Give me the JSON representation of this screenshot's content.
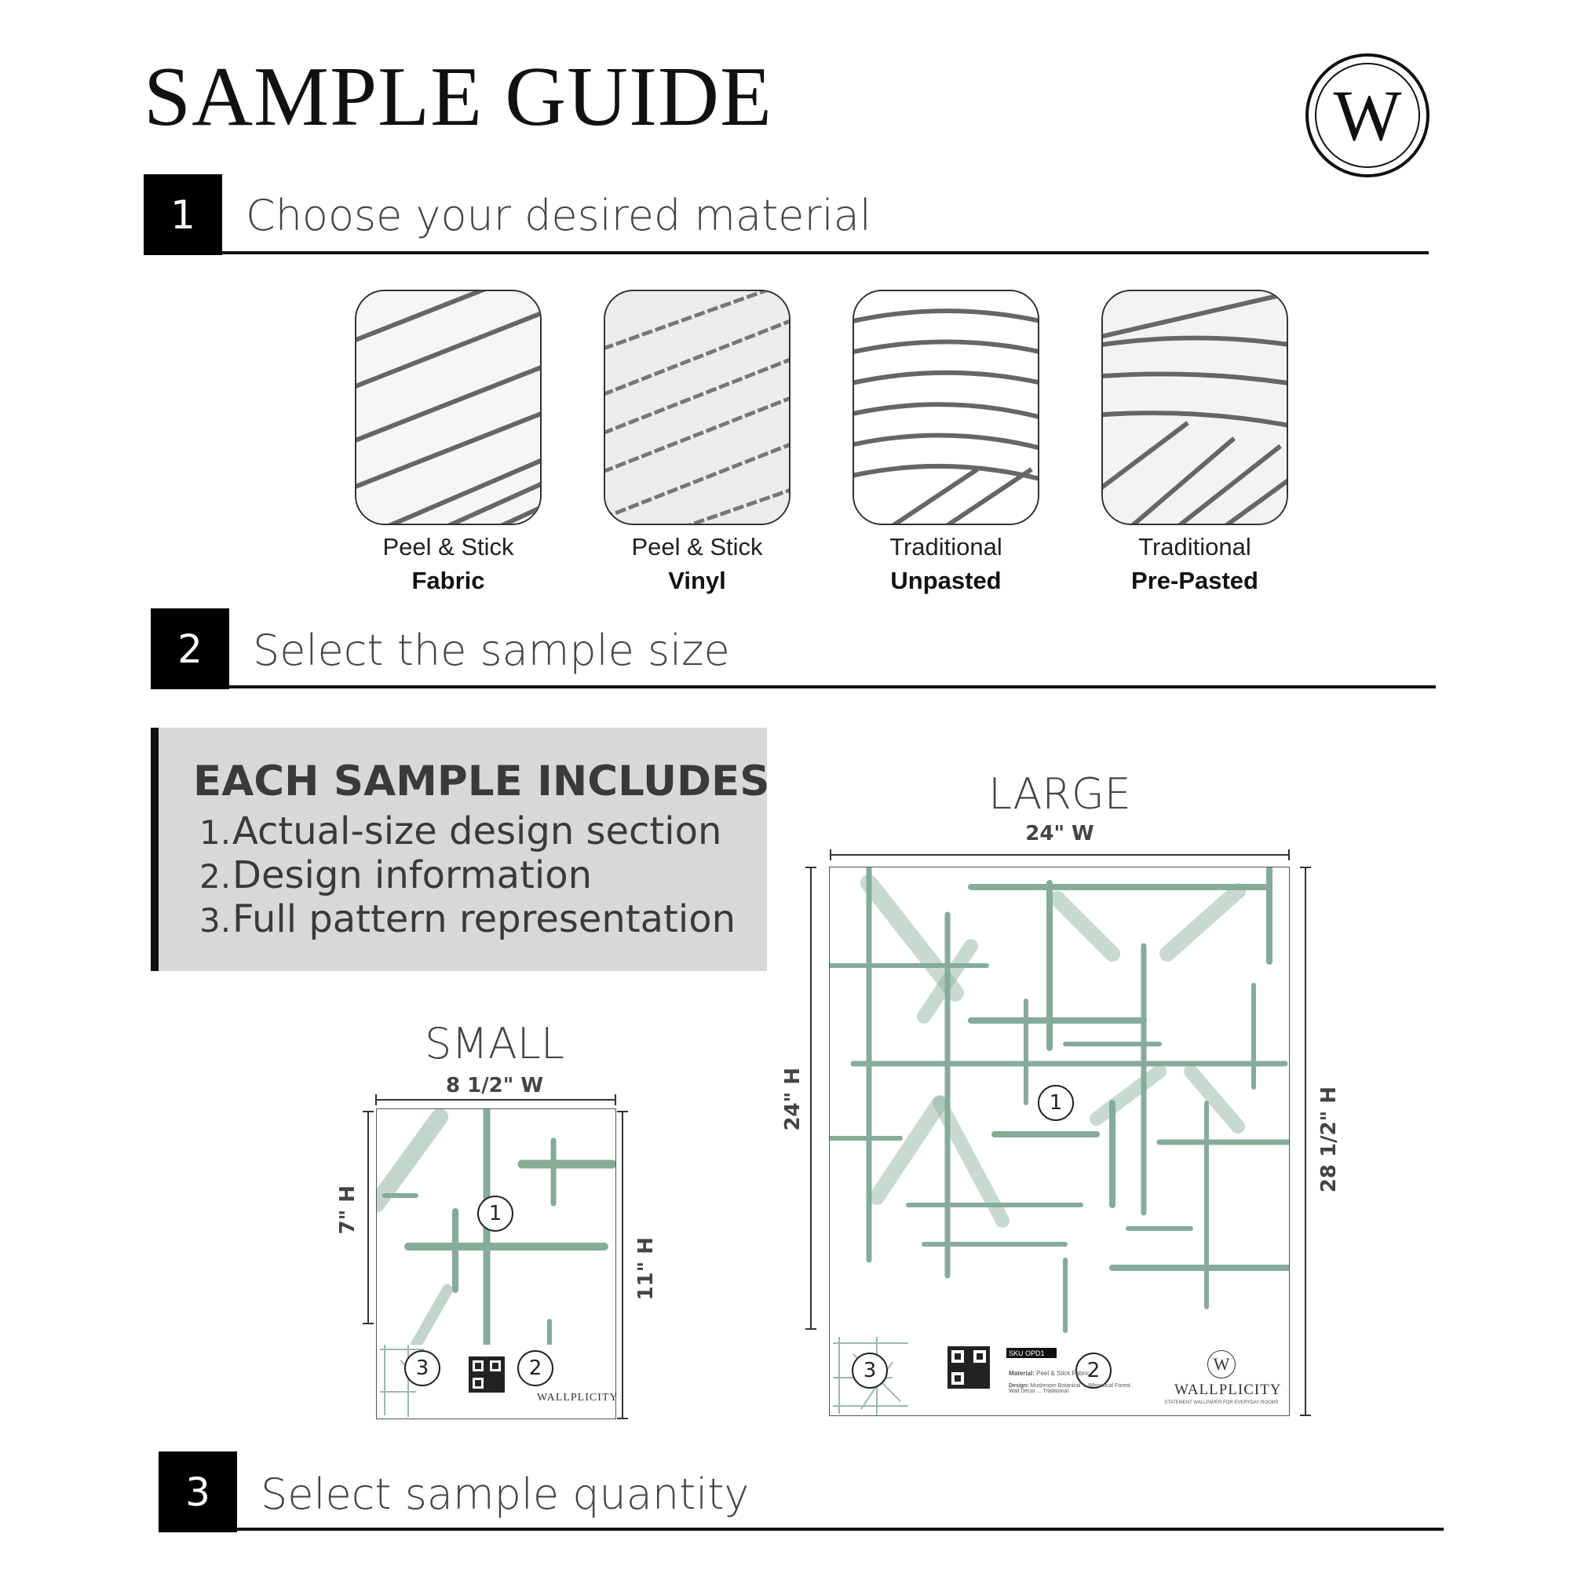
{
  "title": "SAMPLE GUIDE",
  "logo_letter": "W",
  "steps": [
    {
      "number": "1",
      "label": "Choose your desired material"
    },
    {
      "number": "2",
      "label": "Select the sample size"
    },
    {
      "number": "3",
      "label": "Select sample quantity"
    }
  ],
  "materials": [
    {
      "type": "Peel & Stick",
      "name": "Fabric"
    },
    {
      "type": "Peel & Stick",
      "name": "Vinyl"
    },
    {
      "type": "Traditional",
      "name": "Unpasted"
    },
    {
      "type": "Traditional",
      "name": "Pre-Pasted"
    }
  ],
  "includes": {
    "title": "EACH SAMPLE INCLUDES",
    "items": [
      {
        "n": "1.",
        "text": "Actual-size design section"
      },
      {
        "n": "2.",
        "text": "Design information"
      },
      {
        "n": "3.",
        "text": "Full pattern representation"
      }
    ]
  },
  "sizes": {
    "small": {
      "label": "SMALL",
      "width": "8 1/2\" W",
      "design_height": "7\" H",
      "total_height": "11\" H"
    },
    "large": {
      "label": "LARGE",
      "width": "24\" W",
      "design_height": "24\" H",
      "total_height": "28 1/2\" H"
    }
  },
  "badges": [
    "1",
    "2",
    "3"
  ],
  "sample_info": {
    "brand": "WALLPLICITY",
    "tagline": "STATEMENT WALLPAPER FOR EVERYDAY ROOMS",
    "sku": "SKU OPD1",
    "material_label": "Material:",
    "material_value": "Peel & Stick Fabric",
    "design_label": "Design:",
    "design_value": "Mushroom Botanical ... Whimsical Forest Wall Decor ... Traditional"
  },
  "colors": {
    "accent_green": "#6f9e86",
    "ink": "#111111",
    "box_gray": "#d8d8d8"
  }
}
